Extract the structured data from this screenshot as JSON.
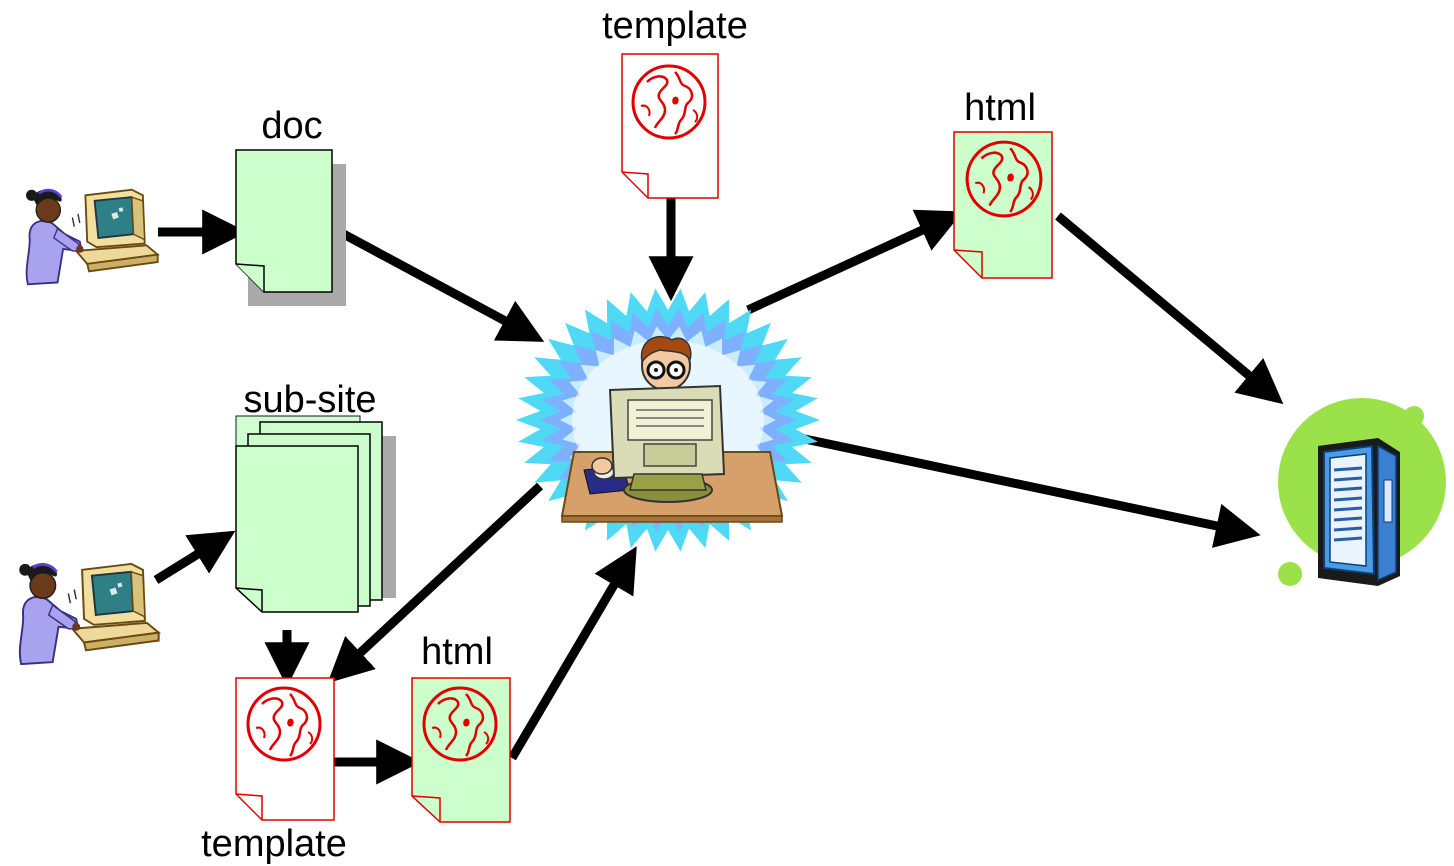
{
  "labels": {
    "doc": "doc",
    "template_top": "template",
    "html_top": "html",
    "subsite": "sub-site",
    "html_bottom": "html",
    "template_bottom": "template"
  },
  "icons": {
    "user_top": "person-at-computer-icon",
    "user_bottom": "person-at-computer-icon",
    "webmaster": "webmaster-at-computer-icon",
    "server": "server-rack-icon",
    "globe": "globe-icon"
  },
  "colors": {
    "doc_fill": "#ccffcc",
    "template_stroke": "#e00000",
    "arrow": "#000000",
    "burst_outer": "#4fd9f5",
    "server_blob": "#9be24a"
  }
}
